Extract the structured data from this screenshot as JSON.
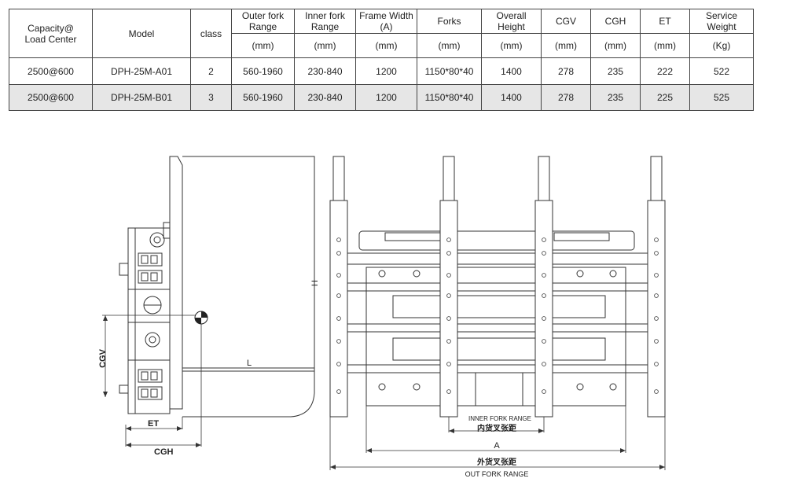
{
  "table": {
    "headers": {
      "capacity": "Capacity@\nLoad Center",
      "model": "Model",
      "class": "class",
      "outer_fork": "Outer fork\nRange",
      "inner_fork": "Inner fork\nRange",
      "frame_width": "Frame Width\n(A)",
      "forks": "Forks",
      "overall_height": "Overall\nHeight",
      "cgv": "CGV",
      "cgh": "CGH",
      "et": "ET",
      "service_weight": "Service\nWeight"
    },
    "units": {
      "outer_fork": "(mm)",
      "inner_fork": "(mm)",
      "frame_width": "(mm)",
      "forks": "(mm)",
      "overall_height": "(mm)",
      "cgv": "(mm)",
      "cgh": "(mm)",
      "et": "(mm)",
      "service_weight": "(Kg)"
    },
    "rows": [
      {
        "capacity": "2500@600",
        "model": "DPH-25M-A01",
        "class": "2",
        "outer_fork": "560-1960",
        "inner_fork": "230-840",
        "frame_width": "1200",
        "forks": "1150*80*40",
        "overall_height": "1400",
        "cgv": "278",
        "cgh": "235",
        "et": "222",
        "service_weight": "522"
      },
      {
        "capacity": "2500@600",
        "model": "DPH-25M-B01",
        "class": "3",
        "outer_fork": "560-1960",
        "inner_fork": "230-840",
        "frame_width": "1200",
        "forks": "1150*80*40",
        "overall_height": "1400",
        "cgv": "278",
        "cgh": "235",
        "et": "225",
        "service_weight": "525"
      }
    ]
  },
  "drawing": {
    "side_labels": {
      "h": "H",
      "l": "L",
      "cgv": "CGV",
      "et": "ET",
      "cgh": "CGH"
    },
    "front_labels": {
      "inner_en": "INNER FORK RANGE",
      "inner_cn": "内货叉张距",
      "a": "A",
      "outer_cn": "外货叉张距",
      "outer_en": "OUT FORK RANGE"
    }
  }
}
